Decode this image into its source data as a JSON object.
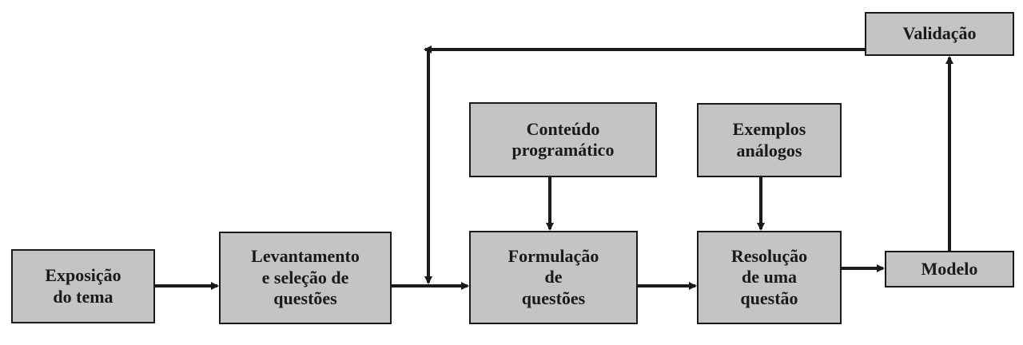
{
  "boxes": {
    "exposicao": [
      "Exposição",
      "do tema"
    ],
    "levantamento": [
      "Levantamento",
      "e seleção de",
      "questões"
    ],
    "formulacao": [
      "Formulação",
      "de",
      "questões"
    ],
    "conteudo": [
      "Conteúdo",
      "programático"
    ],
    "resolucao": [
      "Resolução",
      "de uma",
      "questão"
    ],
    "exemplos": [
      "Exemplos",
      "análogos"
    ],
    "modelo": [
      "Modelo"
    ],
    "validacao": [
      "Validação"
    ]
  },
  "colors": {
    "box_fill": "#c4c4c4",
    "stroke": "#1a1a1a",
    "background": "#ffffff"
  }
}
